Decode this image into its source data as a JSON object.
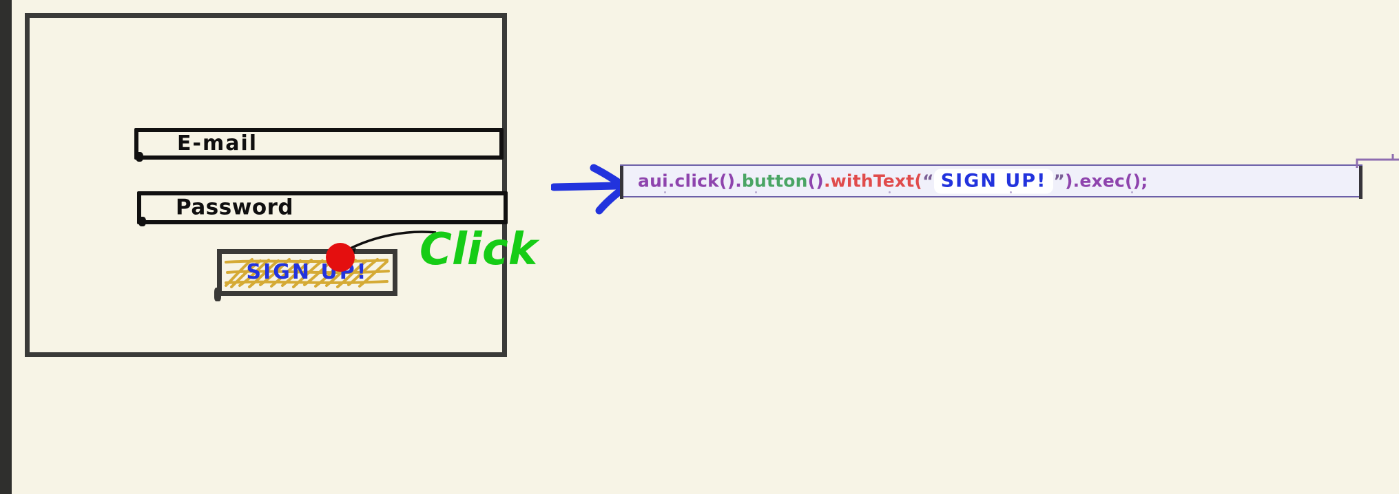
{
  "canvas": {
    "background_color": "#f7f4e6",
    "gutter_color": "#2f2f2d"
  },
  "mock_panel": {
    "name": "hand-drawn-signup-form",
    "border_color": "#3a3a38",
    "fields": [
      {
        "id": "email",
        "label": "E-mail"
      },
      {
        "id": "password",
        "label": "Password"
      }
    ],
    "button": {
      "label": "SIGN UP!",
      "text_color": "#2233dd",
      "fill_color": "#d4a72c",
      "border_color": "#3a3937"
    },
    "annotation": {
      "click_label": "Click",
      "click_color": "#16cc16",
      "cursor_dot_color": "#e40f0f"
    }
  },
  "arrow": {
    "name": "blue-pointer-arrow",
    "color": "#2233dd"
  },
  "code": {
    "background_color": "#f0f0fa",
    "border_color": "#6c5fa8",
    "caret_color": "#36343a",
    "brace_color": "#8e6cb0",
    "tokens": {
      "t1": "aui.click().",
      "t2": "button",
      "t3": "()",
      "t4": ".withText",
      "t5": "(",
      "t6": "“",
      "t7": "SIGN  UP!",
      "t8": "”",
      "t9": ")",
      "t10": ".exec();"
    },
    "full_text": "aui.click().button().withText(“ SIGN UP! ”).exec();",
    "colors": {
      "purple": "#8e44ad",
      "green": "#4aa564",
      "red": "#e04b4b",
      "handwriting_blue": "#2233dd"
    }
  }
}
